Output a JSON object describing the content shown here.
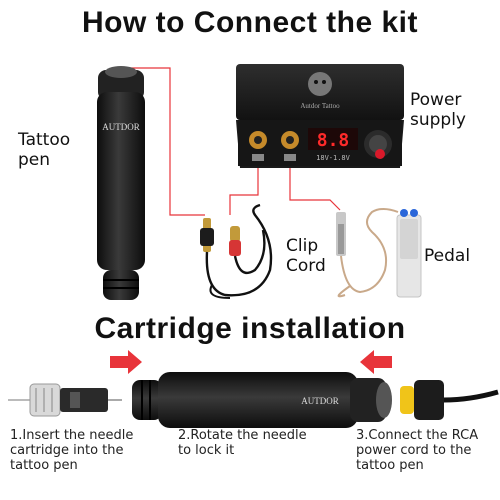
{
  "titles": {
    "main": "How to Connect the kit",
    "sub": "Cartridge installation"
  },
  "labels": {
    "tattoo_pen": [
      "Tattoo",
      "pen"
    ],
    "power_supply": [
      "Power",
      "supply"
    ],
    "clip_cord": [
      "Clip",
      "Cord"
    ],
    "pedal": "Pedal"
  },
  "device": {
    "brand": "AUTDOR",
    "logo_text": "Autdor Tattoo",
    "display": "8.8",
    "range": "18V-1.8V"
  },
  "steps": [
    {
      "lines": [
        "1.Insert the needle",
        "cartridge into the",
        "tattoo pen"
      ]
    },
    {
      "lines": [
        "2.Rotate the needle",
        "to lock it"
      ]
    },
    {
      "lines": [
        "3.Connect the RCA",
        "power cord to the",
        "tattoo pen"
      ]
    }
  ],
  "colors": {
    "accent_red": "#e8343a",
    "pen_black": "#1c1c1c"
  }
}
